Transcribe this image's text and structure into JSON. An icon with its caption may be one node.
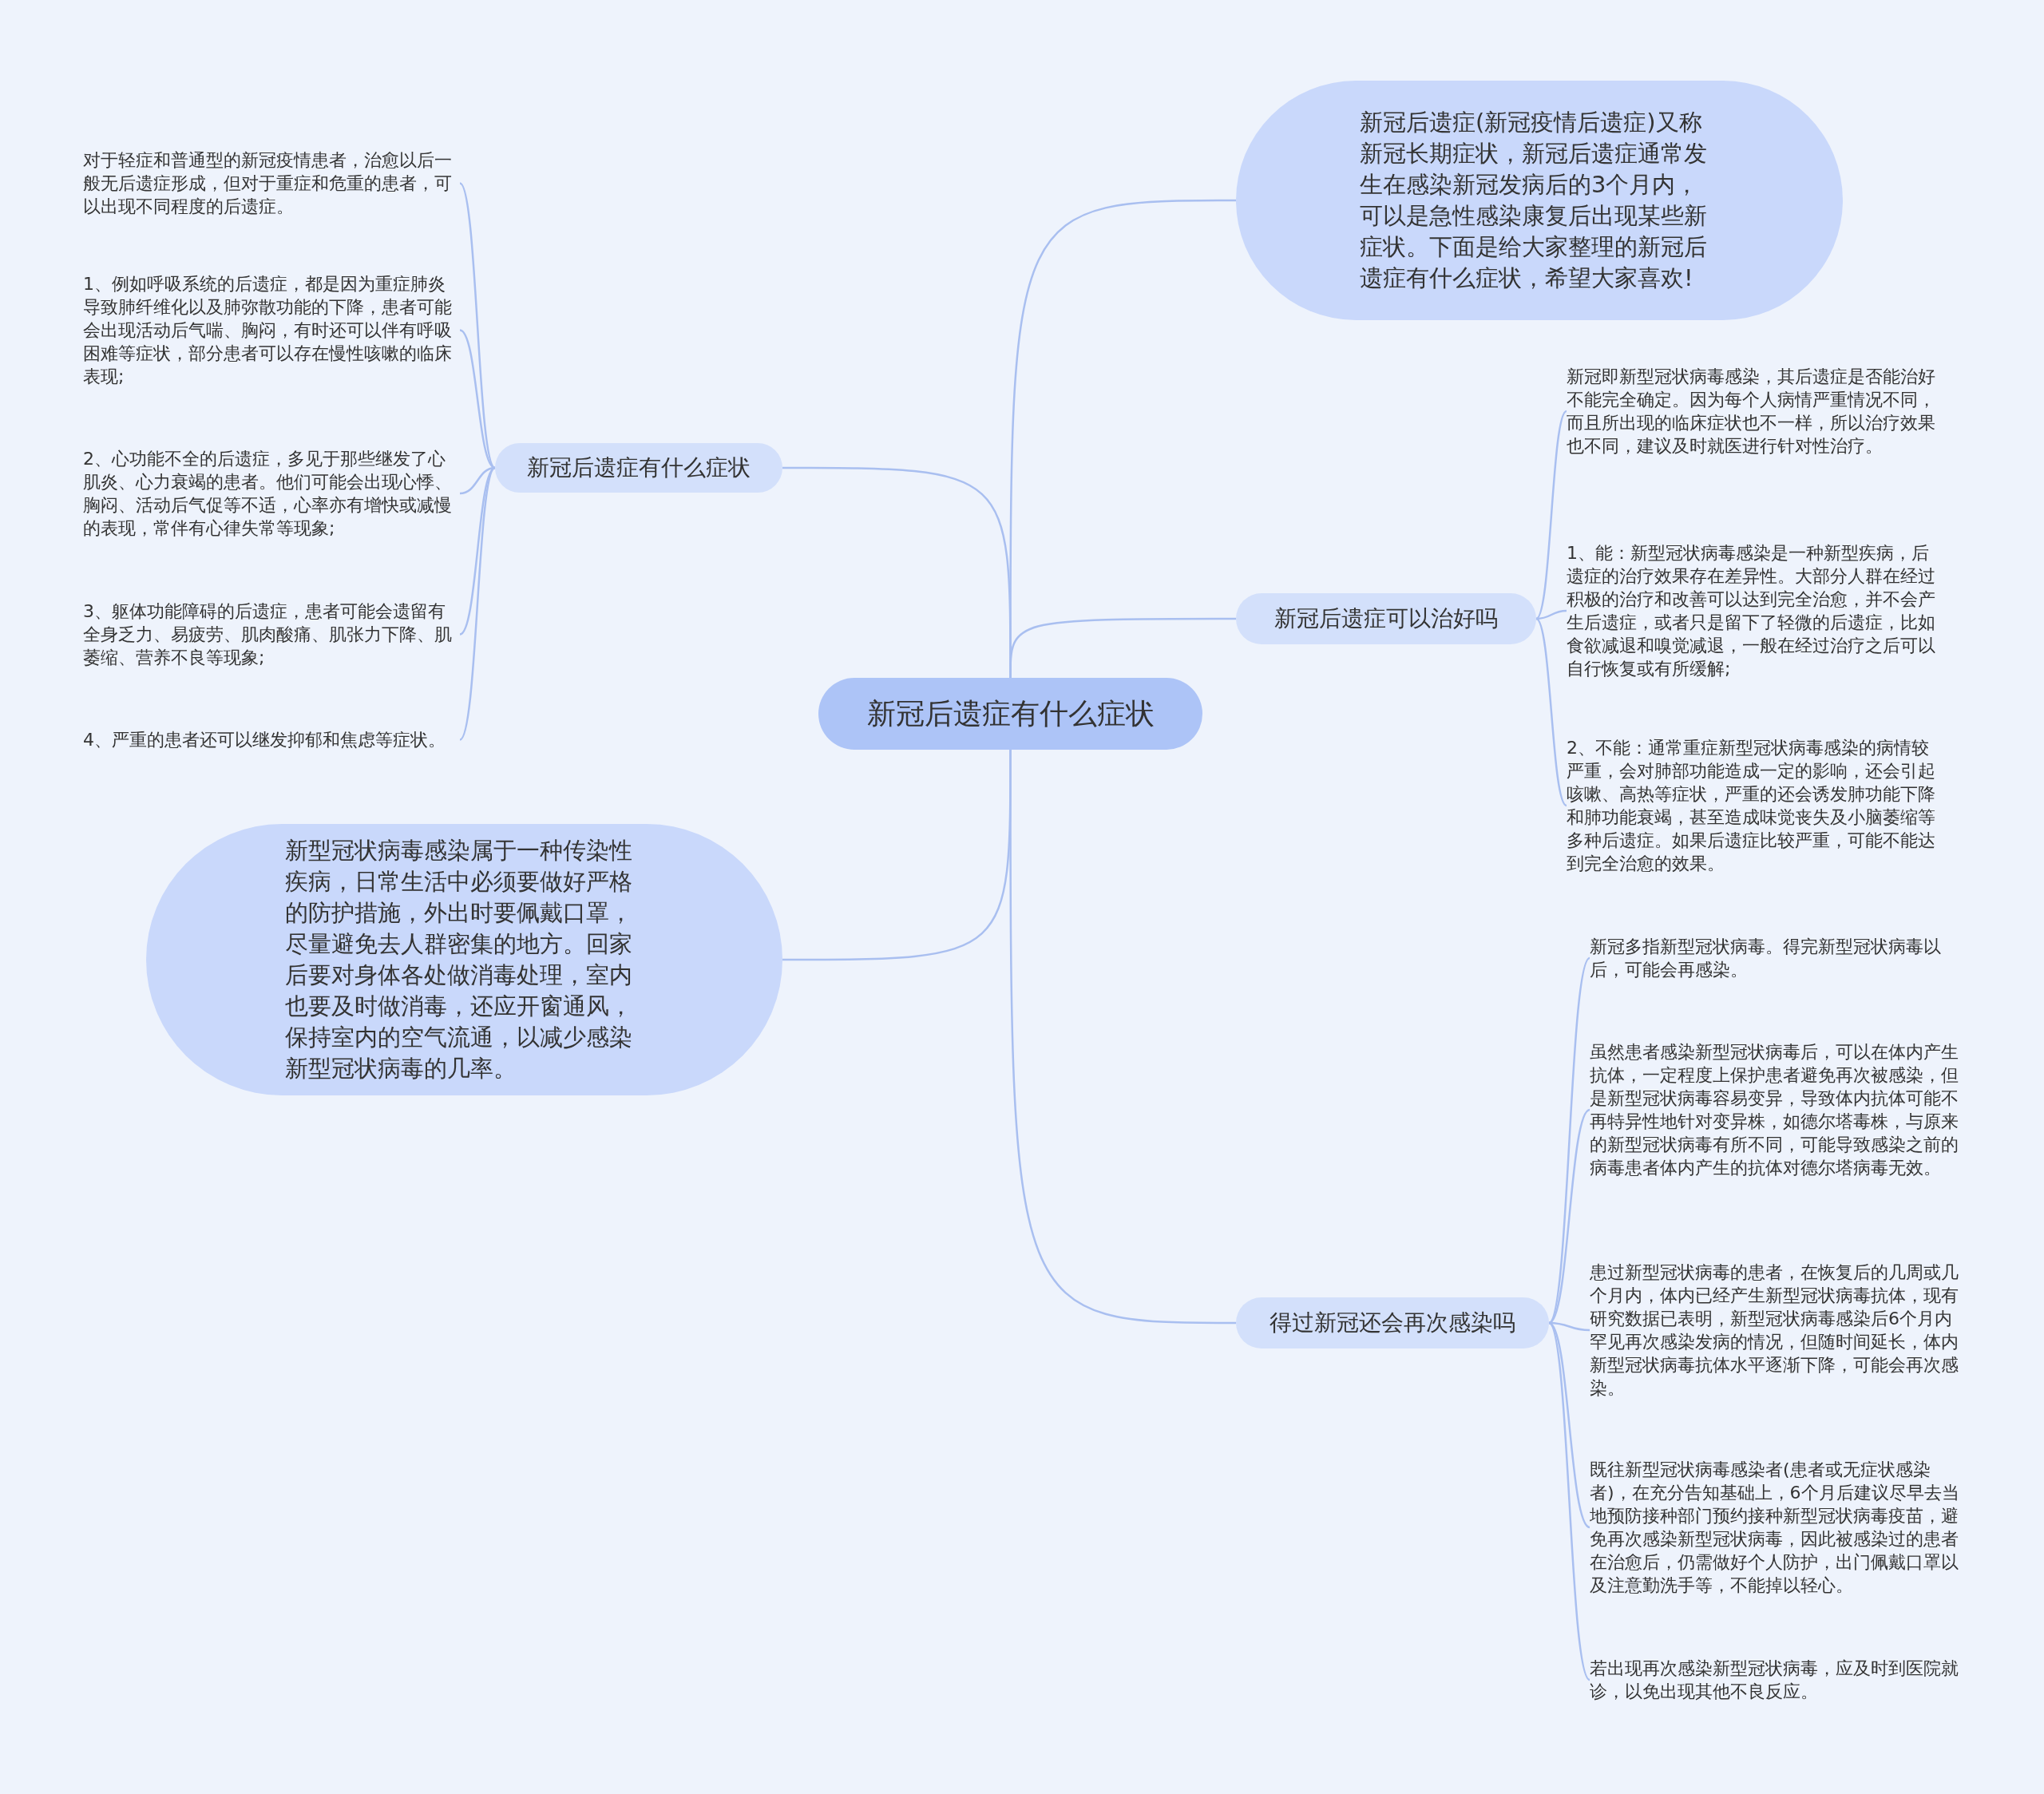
{
  "diagram": {
    "nodes": [
      {
        "text": [
          "新冠后遗症有什么症状"
        ]
      },
      {
        "text": [
          "新冠后遗症(新冠疫情后遗症)又称新冠长期症状，新冠后遗症通常发生在感染新冠发病后的3个月内，可以是急性感染康复后出现某些新症状。下面是给大家整理的新冠后遗症有什么症状，希望大家喜欢!"
        ]
      },
      {
        "text": [
          "新冠后遗症有什么症状"
        ]
      },
      {
        "text": [
          "对于轻症和普通型的新冠疫情患者，治愈以后一般无后遗症形成，但对于重症和危重的患者，可以出现不同程度的后遗症。"
        ]
      },
      {
        "text": [
          "1、例如呼吸系统的后遗症，都是因为重症肺炎导致肺纤维化以及肺弥散功能的下降，患者可能会出现活动后气喘、胸闷，有时还可以伴有呼吸困难等症状，部分患者可以存在慢性咳嗽的临床表现;"
        ]
      },
      {
        "text": [
          "2、心功能不全的后遗症，多见于那些继发了心肌炎、心力衰竭的患者。他们可能会出现心悸、胸闷、活动后气促等不适，心率亦有增快或减慢的表现，常伴有心律失常等现象;"
        ]
      },
      {
        "text": [
          "3、躯体功能障碍的后遗症，患者可能会遗留有全身乏力、易疲劳、肌肉酸痛、肌张力下降、肌萎缩、营养不良等现象;"
        ]
      },
      {
        "text": [
          "4、严重的患者还可以继发抑郁和焦虑等症状。"
        ]
      },
      {
        "text": [
          "新型冠状病毒感染属于一种传染性疾病，日常生活中必须要做好严格的防护措施，外出时要佩戴口罩，尽量避免去人群密集的地方。回家后要对身体各处做消毒处理，室内也要及时做消毒，还应开窗通风，保持室内的空气流通，以减少感染新型冠状病毒的几率。"
        ]
      },
      {
        "text": [
          "新冠后遗症可以治好吗"
        ]
      },
      {
        "text": [
          "新冠即新型冠状病毒感染，其后遗症是否能治好不能完全确定。因为每个人病情严重情况不同，而且所出现的临床症状也不一样，所以治疗效果也不同，建议及时就医进行针对性治疗。"
        ]
      },
      {
        "text": [
          "1、能：新型冠状病毒感染是一种新型疾病，后遗症的治疗效果存在差异性。大部分人群在经过积极的治疗和改善可以达到完全治愈，并不会产生后遗症，或者只是留下了轻微的后遗症，比如食欲减退和嗅觉减退，一般在经过治疗之后可以自行恢复或有所缓解;"
        ]
      },
      {
        "text": [
          "2、不能：通常重症新型冠状病毒感染的病情较严重，会对肺部功能造成一定的影响，还会引起咳嗽、高热等症状，严重的还会诱发肺功能下降和肺功能衰竭，甚至造成味觉丧失及小脑萎缩等多种后遗症。如果后遗症比较严重，可能不能达到完全治愈的效果。"
        ]
      },
      {
        "text": [
          "得过新冠还会再次感染吗"
        ]
      },
      {
        "text": [
          "新冠多指新型冠状病毒。得完新型冠状病毒以后，可能会再感染。"
        ]
      },
      {
        "text": [
          "虽然患者感染新型冠状病毒后，可以在体内产生抗体，一定程度上保护患者避免再次被感染，但是新型冠状病毒容易变异，导致体内抗体可能不再特异性地针对变异株，如德尔塔毒株，与原来的新型冠状病毒有所不同，可能导致感染之前的病毒患者体内产生的抗体对德尔塔病毒无效。"
        ]
      },
      {
        "text": [
          "患过新型冠状病毒的患者，在恢复后的几周或几个月内，体内已经产生新型冠状病毒抗体，现有研究数据已表明，新型冠状病毒感染后6个月内罕见再次感染发病的情况，但随时间延长，体内新型冠状病毒抗体水平逐渐下降，可能会再次感染。"
        ]
      },
      {
        "text": [
          "既往新型冠状病毒感染者(患者或无症状感染者)，在充分告知基础上，6个月后建议尽早去当地预防接种部门预约接种新型冠状病毒疫苗，避免再次感染新型冠状病毒，因此被感染过的患者在治愈后，仍需做好个人防护，出门佩戴口罩以及注意勤洗手等，不能掉以轻心。"
        ]
      },
      {
        "text": [
          "若出现再次感染新型冠状病毒，应及时到医院就诊，以免出现其他不良反应。"
        ]
      }
    ],
    "edges": [
      {
        "from": 0,
        "to": 1,
        "arrow": "none"
      },
      {
        "from": 0,
        "to": 2,
        "arrow": "none"
      },
      {
        "from": 0,
        "to": 8,
        "arrow": "none"
      },
      {
        "from": 0,
        "to": 9,
        "arrow": "none"
      },
      {
        "from": 0,
        "to": 13,
        "arrow": "none"
      },
      {
        "from": 2,
        "to": 3,
        "arrow": "none"
      },
      {
        "from": 2,
        "to": 4,
        "arrow": "none"
      },
      {
        "from": 2,
        "to": 5,
        "arrow": "none"
      },
      {
        "from": 2,
        "to": 6,
        "arrow": "none"
      },
      {
        "from": 2,
        "to": 7,
        "arrow": "none"
      },
      {
        "from": 9,
        "to": 10,
        "arrow": "none"
      },
      {
        "from": 9,
        "to": 11,
        "arrow": "none"
      },
      {
        "from": 9,
        "to": 12,
        "arrow": "none"
      },
      {
        "from": 13,
        "to": 14,
        "arrow": "none"
      },
      {
        "from": 13,
        "to": 15,
        "arrow": "none"
      },
      {
        "from": 13,
        "to": 16,
        "arrow": "none"
      },
      {
        "from": 13,
        "to": 17,
        "arrow": "none"
      },
      {
        "from": 13,
        "to": 18,
        "arrow": "none"
      }
    ]
  }
}
